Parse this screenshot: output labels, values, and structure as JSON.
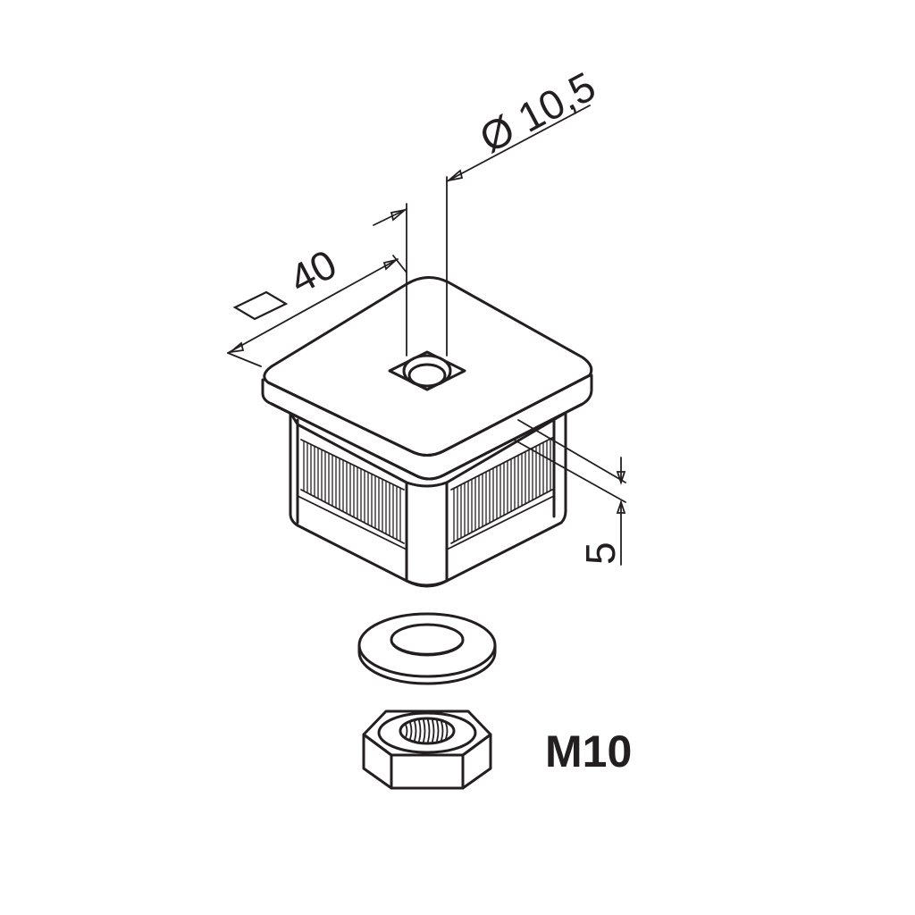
{
  "dimensions": {
    "square_size": "40",
    "hole_diameter": "Ø 10,5",
    "lip_thickness": "5"
  },
  "nut_label": "M10",
  "colors": {
    "line": "#231f20",
    "background": "#ffffff"
  },
  "icons": {
    "square_symbol": "square-dimension-icon"
  }
}
